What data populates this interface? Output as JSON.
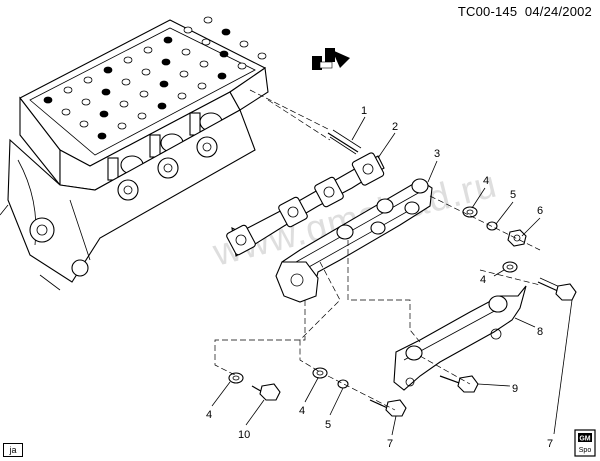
{
  "header": {
    "code": "TC00-145",
    "date": "04/24/2002"
  },
  "corner_tag": "ja",
  "watermark": "www.gmsklad.ru",
  "logo_text": [
    "GM",
    "Spo"
  ],
  "callouts": [
    "1",
    "2",
    "3",
    "4",
    "5",
    "6",
    "4",
    "8",
    "9",
    "4",
    "10",
    "4",
    "5",
    "7",
    "7"
  ]
}
